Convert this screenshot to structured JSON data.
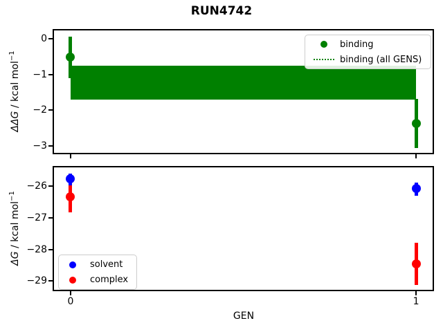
{
  "figure": {
    "title": "RUN4742",
    "background": "#ffffff",
    "text_color": "#000000"
  },
  "chart_data": [
    {
      "type": "scatter",
      "subplot": "top",
      "ylabel": "ΔΔG / kcal mol⁻¹",
      "ylabel_parts": {
        "math": "ΔΔG",
        "text": " / kcal mol",
        "sup": "−1"
      },
      "xlabel": "",
      "xlim": [
        -0.05,
        1.05
      ],
      "ylim": [
        -3.21,
        0.25
      ],
      "yticks": [
        0,
        -1,
        -2,
        -3
      ],
      "xticks": [
        0,
        1
      ],
      "grid": false,
      "series": [
        {
          "name": "binding",
          "style": "errorbar-points",
          "color": "#008000",
          "x": [
            0,
            1
          ],
          "y": [
            -0.52,
            -2.37
          ],
          "err_lo": [
            -1.1,
            -3.05
          ],
          "err_hi": [
            0.06,
            -1.69
          ]
        },
        {
          "name": "binding (all GENS)",
          "style": "band",
          "color": "#008000",
          "x_range": [
            0,
            1
          ],
          "band_top": -0.75,
          "band_bottom": -1.7,
          "band_center": -1.22
        }
      ],
      "legend": {
        "position": "upper right",
        "entries": [
          {
            "label": "binding",
            "marker": "dot",
            "color": "#008000"
          },
          {
            "label": "binding (all GENS)",
            "marker": "dotted-line",
            "color": "#008000"
          }
        ]
      }
    },
    {
      "type": "scatter",
      "subplot": "bottom",
      "ylabel": "ΔG / kcal mol⁻¹",
      "ylabel_parts": {
        "math": "ΔG",
        "text": " / kcal mol",
        "sup": "−1"
      },
      "xlabel": "GEN",
      "xlim": [
        -0.05,
        1.05
      ],
      "ylim": [
        -29.3,
        -25.38
      ],
      "yticks": [
        -26,
        -27,
        -28,
        -29
      ],
      "xticks": [
        0,
        1
      ],
      "xtick_labels": [
        "0",
        "1"
      ],
      "grid": false,
      "series": [
        {
          "name": "solvent",
          "style": "errorbar-points",
          "color": "#0000ff",
          "x": [
            0,
            1
          ],
          "y": [
            -25.77,
            -26.06
          ],
          "err_lo": [
            -26.02,
            -26.29
          ],
          "err_hi": [
            -25.6,
            -25.88
          ]
        },
        {
          "name": "complex",
          "style": "errorbar-points",
          "color": "#ff0000",
          "x": [
            0,
            1
          ],
          "y": [
            -26.33,
            -28.45
          ],
          "err_lo": [
            -26.83,
            -29.12
          ],
          "err_hi": [
            -25.98,
            -27.78
          ]
        }
      ],
      "legend": {
        "position": "lower left",
        "entries": [
          {
            "label": "solvent",
            "marker": "dot",
            "color": "#0000ff"
          },
          {
            "label": "complex",
            "marker": "dot",
            "color": "#ff0000"
          }
        ]
      }
    }
  ]
}
